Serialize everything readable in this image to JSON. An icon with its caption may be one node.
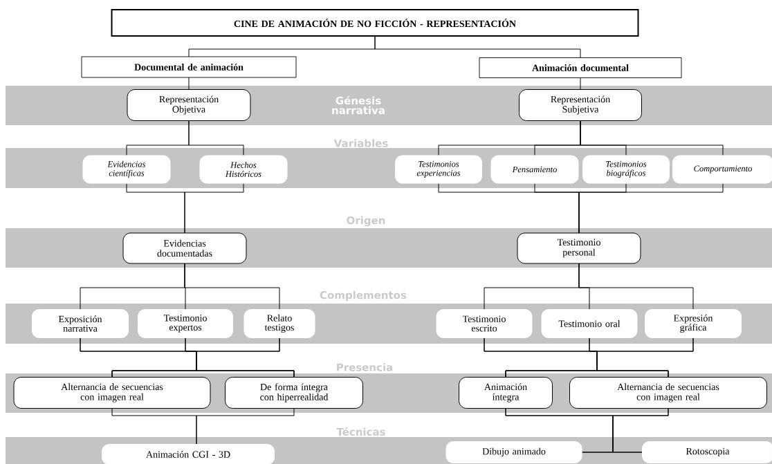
{
  "diagram": {
    "nodes": [
      {
        "text": [
          "CINE DE ANIMACIÓN DE NO FICCIÓN - REPRESENTACIÓN"
        ]
      },
      {
        "text": [
          "Documental de animación"
        ]
      },
      {
        "text": [
          "Animación documental"
        ]
      },
      {
        "text": [
          "Representación Objetiva"
        ]
      },
      {
        "text": [
          "Representación Subjetiva"
        ]
      },
      {
        "text": [
          "Evidencias científicas"
        ]
      },
      {
        "text": [
          "Hechos Históricos"
        ]
      },
      {
        "text": [
          "Testimonios experiencias"
        ]
      },
      {
        "text": [
          "Pensamiento"
        ]
      },
      {
        "text": [
          "Testimonios biográficos"
        ]
      },
      {
        "text": [
          "Comportamiento"
        ]
      },
      {
        "text": [
          "Evidencias documentadas"
        ]
      },
      {
        "text": [
          "Testimonio personal"
        ]
      },
      {
        "text": [
          "Exposición narrativa"
        ]
      },
      {
        "text": [
          "Testimonio expertos"
        ]
      },
      {
        "text": [
          "Relato testigos"
        ]
      },
      {
        "text": [
          "Testimonio escrito"
        ]
      },
      {
        "text": [
          "Testimonio oral"
        ]
      },
      {
        "text": [
          "Expresión gráfica"
        ]
      },
      {
        "text": [
          "Alternancia de secuencias con imagen real"
        ]
      },
      {
        "text": [
          "De forma íntegra con hiperrealidad"
        ]
      },
      {
        "text": [
          "Animación íntegra"
        ]
      },
      {
        "text": [
          "Alternancia de secuencias con imagen real"
        ]
      },
      {
        "text": [
          "Animación CGI - 3D"
        ]
      },
      {
        "text": [
          "Dibujo animado"
        ]
      },
      {
        "text": [
          "Rotoscopia"
        ]
      }
    ],
    "edges": [
      {
        "from": 0,
        "to": 1,
        "arrow": "none"
      },
      {
        "from": 0,
        "to": 2,
        "arrow": "none"
      },
      {
        "from": 1,
        "to": 3,
        "arrow": "none"
      },
      {
        "from": 2,
        "to": 4,
        "arrow": "none"
      },
      {
        "from": 3,
        "to": 5,
        "arrow": "none"
      },
      {
        "from": 3,
        "to": 6,
        "arrow": "none"
      },
      {
        "from": 4,
        "to": 7,
        "arrow": "none"
      },
      {
        "from": 4,
        "to": 8,
        "arrow": "none"
      },
      {
        "from": 4,
        "to": 9,
        "arrow": "none"
      },
      {
        "from": 4,
        "to": 10,
        "arrow": "none"
      },
      {
        "from": 5,
        "to": 11,
        "arrow": "none"
      },
      {
        "from": 6,
        "to": 11,
        "arrow": "none"
      },
      {
        "from": 7,
        "to": 12,
        "arrow": "none"
      },
      {
        "from": 8,
        "to": 12,
        "arrow": "none"
      },
      {
        "from": 9,
        "to": 12,
        "arrow": "none"
      },
      {
        "from": 10,
        "to": 12,
        "arrow": "none"
      },
      {
        "from": 11,
        "to": 13,
        "arrow": "none"
      },
      {
        "from": 11,
        "to": 14,
        "arrow": "none"
      },
      {
        "from": 11,
        "to": 15,
        "arrow": "none"
      },
      {
        "from": 12,
        "to": 16,
        "arrow": "none"
      },
      {
        "from": 12,
        "to": 17,
        "arrow": "none"
      },
      {
        "from": 12,
        "to": 18,
        "arrow": "none"
      },
      {
        "from": 13,
        "to": 19,
        "arrow": "none"
      },
      {
        "from": 13,
        "to": 20,
        "arrow": "none"
      },
      {
        "from": 14,
        "to": 19,
        "arrow": "none"
      },
      {
        "from": 14,
        "to": 20,
        "arrow": "none"
      },
      {
        "from": 15,
        "to": 19,
        "arrow": "none"
      },
      {
        "from": 15,
        "to": 20,
        "arrow": "none"
      },
      {
        "from": 16,
        "to": 21,
        "arrow": "none"
      },
      {
        "from": 16,
        "to": 22,
        "arrow": "none"
      },
      {
        "from": 17,
        "to": 21,
        "arrow": "none"
      },
      {
        "from": 17,
        "to": 22,
        "arrow": "none"
      },
      {
        "from": 18,
        "to": 21,
        "arrow": "none"
      },
      {
        "from": 18,
        "to": 22,
        "arrow": "none"
      },
      {
        "from": 19,
        "to": 23,
        "arrow": "none"
      },
      {
        "from": 20,
        "to": 23,
        "arrow": "none"
      },
      {
        "from": 21,
        "to": 24,
        "arrow": "none"
      },
      {
        "from": 22,
        "to": 24,
        "arrow": "none"
      },
      {
        "from": 21,
        "to": 25,
        "arrow": "none"
      },
      {
        "from": 22,
        "to": 25,
        "arrow": "none"
      }
    ],
    "labels": [
      "Génesis narrativa",
      "Variables",
      "Origen",
      "Complementos",
      "Presencia",
      "Técnicas"
    ]
  }
}
